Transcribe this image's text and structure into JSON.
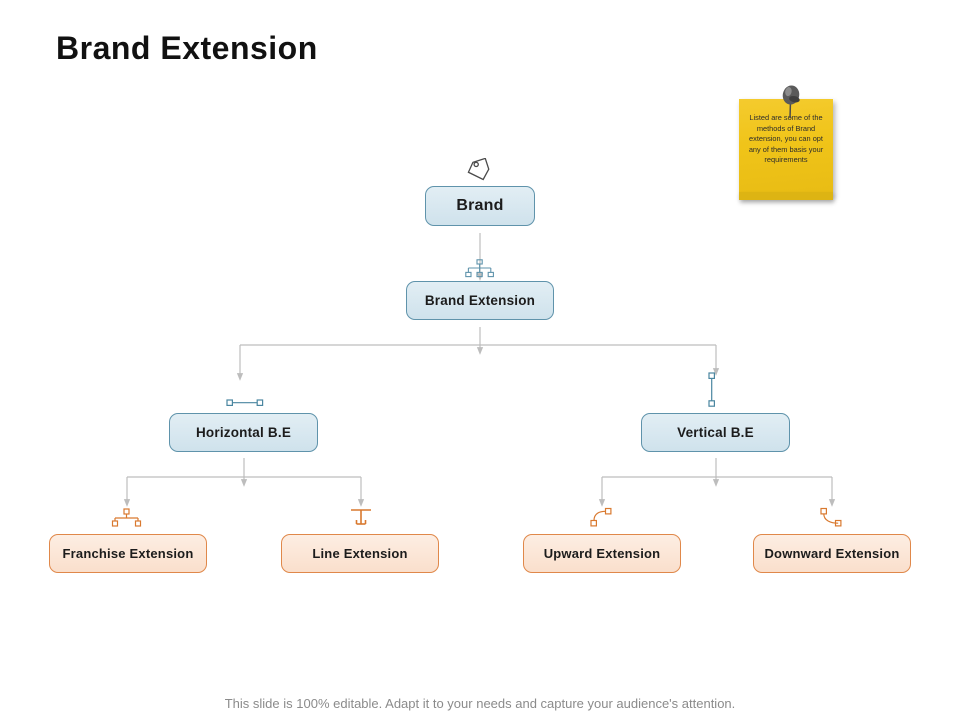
{
  "slide": {
    "title": "Brand Extension",
    "footer": "This slide is 100% editable. Adapt it to your needs and capture your audience's attention."
  },
  "sticky_note": {
    "text": "Listed are  some of the methods of Brand extension, you can opt any of them basis  your requirements",
    "paper_color": "#f0c419",
    "pin_color": "#595959"
  },
  "colors": {
    "blue_fill": "#d6e6ef",
    "blue_border": "#5f93ab",
    "blue_shadow": "#2e7290",
    "orange_fill": "#fbe9dc",
    "orange_border": "#e0884a",
    "orange_shadow": "#d9792f",
    "connector": "#b7b7b7",
    "title": "#111111",
    "footer": "#8b8b8b"
  },
  "diagram": {
    "type": "hierarchy",
    "nodes": [
      {
        "id": "brand",
        "label": "Brand",
        "level": 0,
        "style": "blue",
        "icon": "tag-icon"
      },
      {
        "id": "brand_ext",
        "label": "Brand Extension",
        "level": 1,
        "style": "blue",
        "icon": "org-chart-icon"
      },
      {
        "id": "horizontal",
        "label": "Horizontal B.E",
        "level": 2,
        "style": "blue",
        "icon": "horizontal-connector-icon"
      },
      {
        "id": "vertical",
        "label": "Vertical B.E",
        "level": 2,
        "style": "blue",
        "icon": "vertical-connector-icon"
      },
      {
        "id": "franchise",
        "label": "Franchise Extension",
        "level": 3,
        "style": "orange",
        "icon": "network-nodes-icon"
      },
      {
        "id": "line",
        "label": "Line Extension",
        "level": 3,
        "style": "orange",
        "icon": "t-bar-icon"
      },
      {
        "id": "upward",
        "label": "Upward Extension",
        "level": 3,
        "style": "orange",
        "icon": "curve-up-icon"
      },
      {
        "id": "downward",
        "label": "Downward Extension",
        "level": 3,
        "style": "orange",
        "icon": "curve-down-icon"
      }
    ],
    "edges": [
      {
        "from": "brand",
        "to": "brand_ext"
      },
      {
        "from": "brand_ext",
        "to": "horizontal"
      },
      {
        "from": "brand_ext",
        "to": "vertical"
      },
      {
        "from": "horizontal",
        "to": "franchise"
      },
      {
        "from": "horizontal",
        "to": "line"
      },
      {
        "from": "vertical",
        "to": "upward"
      },
      {
        "from": "vertical",
        "to": "downward"
      }
    ]
  }
}
